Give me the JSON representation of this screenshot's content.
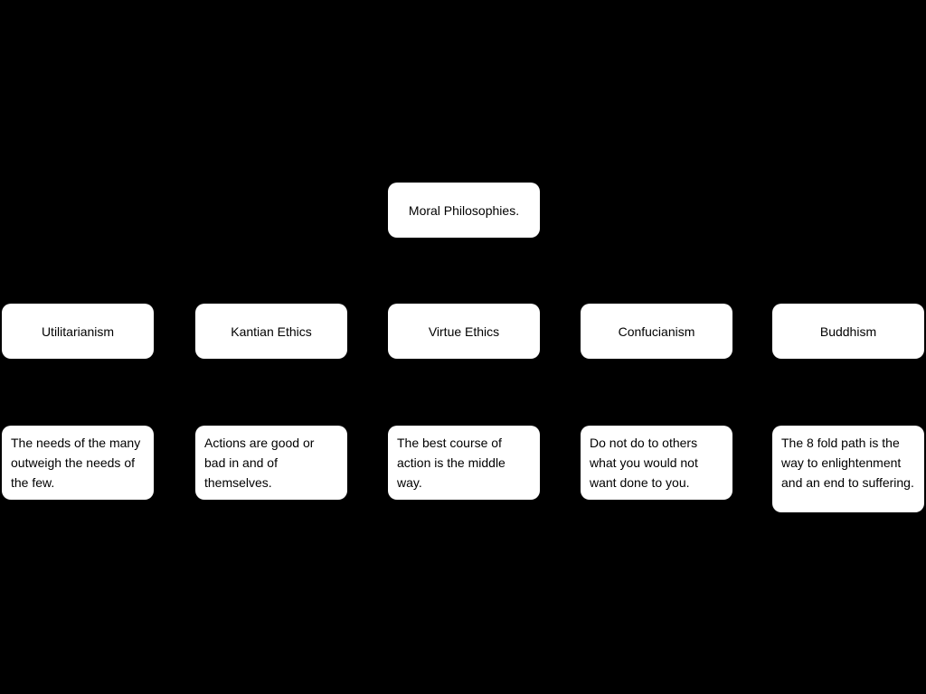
{
  "diagram": {
    "colors": {
      "background": "#000000",
      "node_fill": "#ffffff",
      "node_text": "#000000"
    },
    "root": {
      "label": "Moral Philosophies."
    },
    "branches": [
      {
        "name": "Utilitarianism",
        "description": "The needs of the many outweigh the needs of the few."
      },
      {
        "name": "Kantian Ethics",
        "description": "Actions are good or bad in and of themselves."
      },
      {
        "name": "Virtue Ethics",
        "description": "The best course of action is the middle way."
      },
      {
        "name": "Confucianism",
        "description": "Do not do to others what you would not want done to you."
      },
      {
        "name": "Buddhism",
        "description": "The 8 fold path is the way to enlightenment and an end to suffering."
      }
    ]
  }
}
